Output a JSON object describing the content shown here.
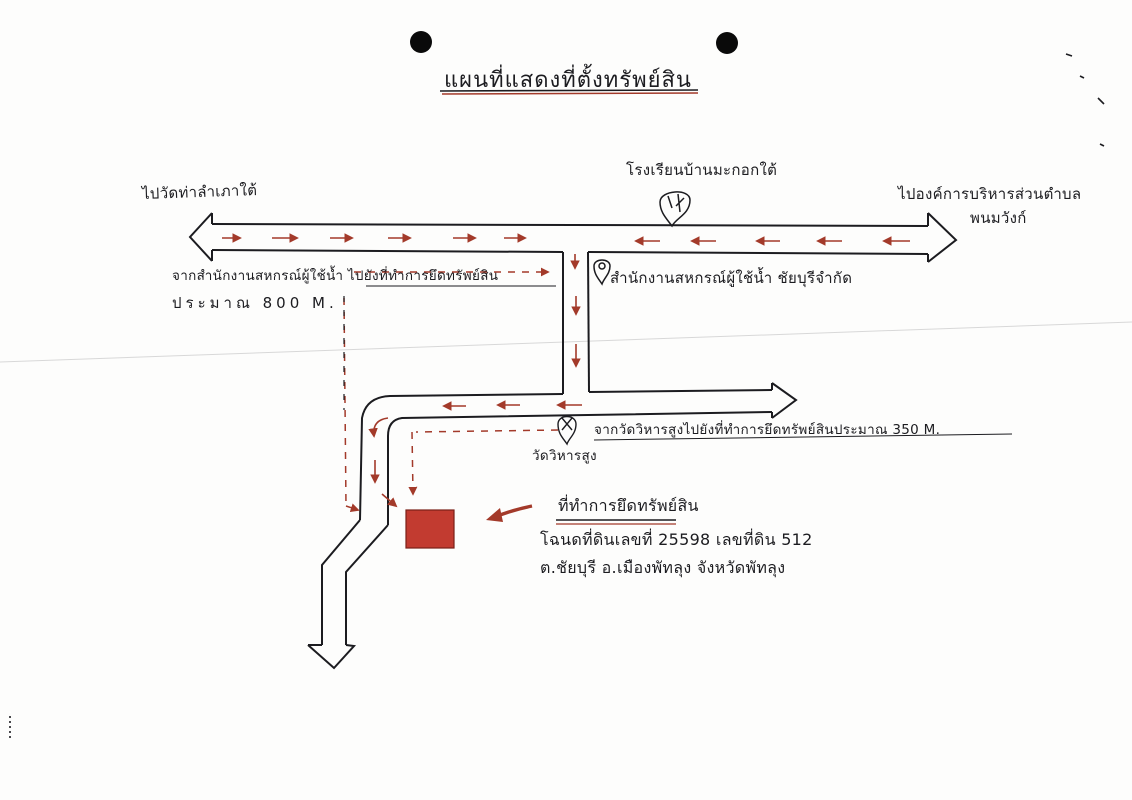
{
  "title": "แผนที่แสดงที่ตั้งทรัพย์สิน",
  "labels": {
    "west_destination": "ไปวัดท่าลำเภาใต้",
    "east_destination_line1": "ไปองค์การบริหารส่วนตำบล",
    "east_destination_line2": "พนมวังก์",
    "school": "โรงเรียนบ้านมะกอกใต้",
    "office": "สำนักงานสหกรณ์ผู้ใช้น้ำ ชัยบุรีจำกัด",
    "distance_line1": "จากสำนักงานสหกรณ์ผู้ใช้น้ำ ไปยังที่ทำการยึดทรัพย์สิน",
    "distance_line2": "ประมาณ 800 M.",
    "temple": "วัดวิหารสูง",
    "temple_distance": "จากวัดวิหารสูงไปยังที่ทำการยึดทรัพย์สินประมาณ 350 M.",
    "property_heading": "ที่ทำการยึดทรัพย์สิน",
    "property_deed": "โฉนดที่ดินเลขที่ 25598 เลขที่ดิน 512",
    "property_location": "ต.ชัยบุรี อ.เมืองพัทลุง จังหวัดพัทลุง"
  },
  "colors": {
    "ink": "#1c1c20",
    "arrow": "#a33a2a",
    "property": "#c23b30"
  },
  "icons": {
    "school": "school-marker-icon",
    "office": "office-marker-icon",
    "temple": "temple-marker-icon"
  }
}
